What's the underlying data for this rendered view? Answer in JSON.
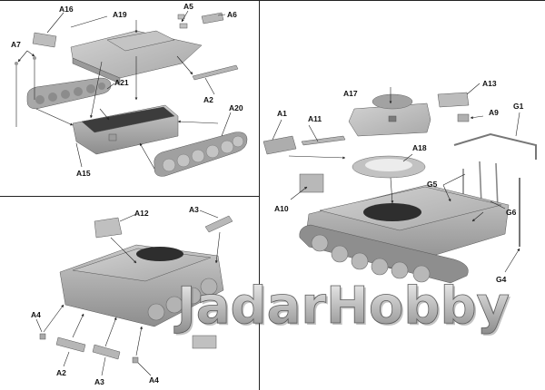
{
  "labels": {
    "A16": "A16",
    "A19": "A19",
    "A5": "A5",
    "A6": "A6",
    "A7": "A7",
    "A21": "A21",
    "A2_top": "A2",
    "A20": "A20",
    "A15": "A15",
    "A17": "A17",
    "A13": "A13",
    "A1": "A1",
    "A11": "A11",
    "A9": "A9",
    "G1": "G1",
    "A18": "A18",
    "G5": "G5",
    "A10": "A10",
    "G6": "G6",
    "G4": "G4",
    "A12": "A12",
    "A3_top": "A3",
    "A4_left": "A4",
    "A2_bottom": "A2",
    "A3_bottom": "A3",
    "A4_bottom": "A4"
  },
  "watermark": "JadarHobby"
}
